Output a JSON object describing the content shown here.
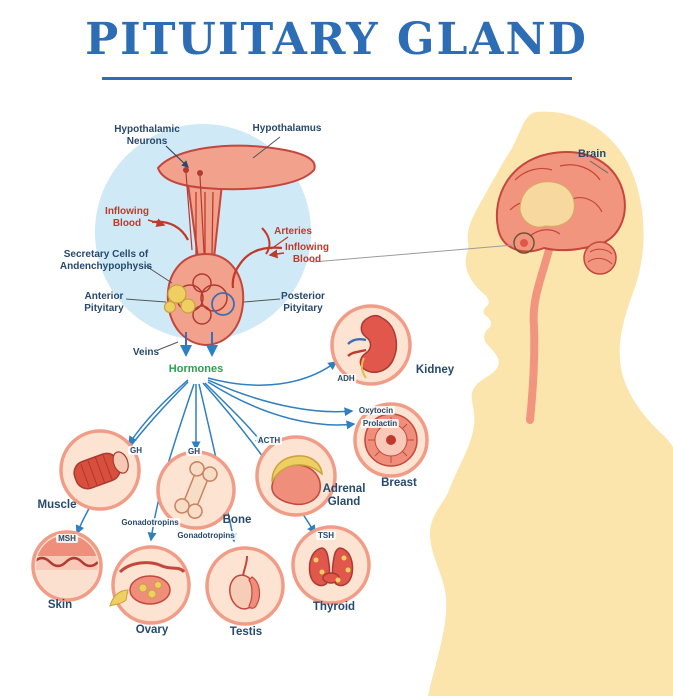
{
  "title": "PITUITARY GLAND",
  "colors": {
    "title_blue": "#2d6db5",
    "label_navy": "#27496d",
    "label_red": "#c0392b",
    "label_green": "#2f9e4e",
    "salmon": "#f2a18c",
    "salmon_outline": "#c4473d",
    "light_blue_circle": "#cfe9f6",
    "skin_silhouette": "#fce4ad",
    "arrow_blue": "#2f7fc1",
    "follicle_yellow": "#f0cf62",
    "organ_circle_fill": "#fde3d2",
    "organ_circle_stroke": "#f19c86"
  },
  "labels": {
    "hypothalamic_neurons": "Hypothalamic Neurons",
    "hypothalamus": "Hypothalamus",
    "inflowing_blood_left": "Inflowing Blood",
    "arteries": "Arteries",
    "inflowing_blood_right": "Inflowing Blood",
    "secretory_cells": "Secretary Cells of Andenchypophysis",
    "anterior_pituitary": "Anterior Pityitary",
    "posterior_pituitary": "Posterior Pityitary",
    "veins": "Veins",
    "hormones": "Hormones",
    "brain": "Brain"
  },
  "organs": [
    {
      "name": "Kidney",
      "hormones": [
        "ADH"
      ]
    },
    {
      "name": "Breast",
      "hormones": [
        "Oxytocin",
        "Prolactin"
      ]
    },
    {
      "name": "Adrenal Gland",
      "hormones": [
        "ACTH"
      ]
    },
    {
      "name": "Muscle",
      "hormones": [
        "GH"
      ]
    },
    {
      "name": "Bone",
      "hormones": [
        "GH"
      ]
    },
    {
      "name": "Skin",
      "hormones": [
        "MSH"
      ]
    },
    {
      "name": "Ovary",
      "hormones": [
        "Gonadotropins"
      ]
    },
    {
      "name": "Testis",
      "hormones": [
        "Gonadotropins"
      ]
    },
    {
      "name": "Thyroid",
      "hormones": [
        "TSH"
      ]
    }
  ]
}
